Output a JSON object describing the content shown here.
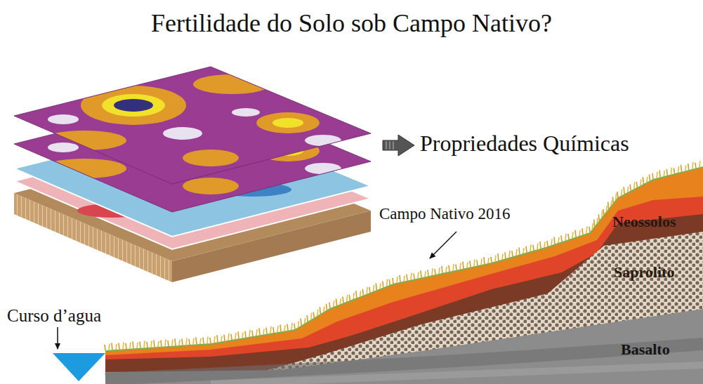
{
  "diagram": {
    "title": "Fertilidade do Solo sob Campo Nativo?",
    "labels": [
      "Propriedades Químicas",
      "Campo Nativo 2016",
      "Neossolos",
      "Saprolito",
      "Basalto",
      "Curso d’agua"
    ]
  }
}
